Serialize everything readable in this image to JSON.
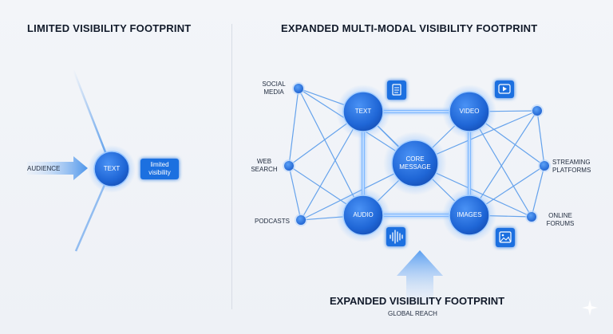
{
  "left_panel": {
    "title": "LIMITED VISIBILITY FOOTPRINT",
    "audience_label": "AUDIENCE",
    "node_label": "TEXT",
    "callout_line1": "limited",
    "callout_line2": "visibility"
  },
  "right_panel": {
    "title": "EXPANDED MULTI-MODAL VISIBILITY FOOTPRINT",
    "core_line1": "CORE",
    "core_line2": "MESSAGE",
    "modes": {
      "text": "TEXT",
      "video": "VIDEO",
      "audio": "AUDIO",
      "images": "IMAGES"
    },
    "channels": {
      "social_line1": "SOCIAL",
      "social_line2": "MEDIA",
      "web_line1": "WEB",
      "web_line2": "SEARCH",
      "podcasts": "PODCASTS",
      "streaming_line1": "STREAMING",
      "streaming_line2": "PLATFORMS",
      "forums_line1": "ONLINE",
      "forums_line2": "FORUMS"
    },
    "footer_title": "EXPANDED VISIBILITY FOOTPRINT",
    "footer_subtitle": "GLOBAL REACH"
  },
  "colors": {
    "node_blue": "#1f6fe0",
    "line_blue": "#4d95ea",
    "glow_blue": "#7fb8ff"
  },
  "icons": [
    "document-icon",
    "play-video-icon",
    "audio-waveform-icon",
    "image-icon",
    "sparkle-icon"
  ]
}
